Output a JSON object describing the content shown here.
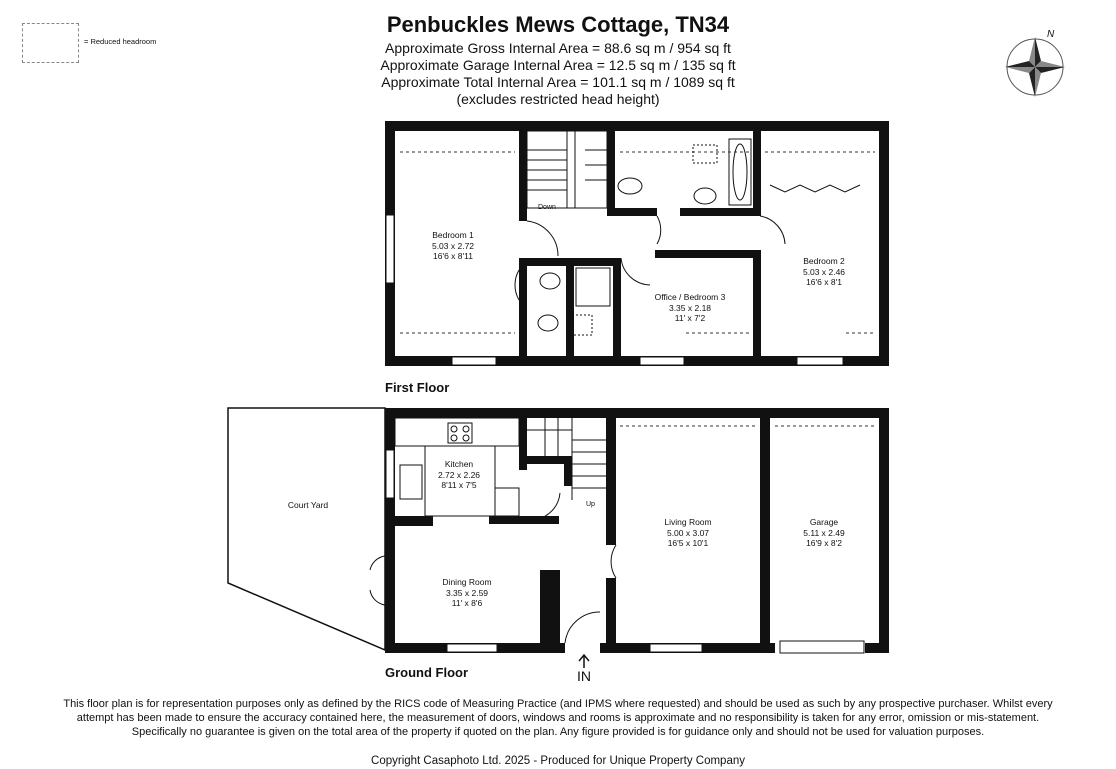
{
  "header": {
    "title": "Penbuckles Mews Cottage, TN34",
    "lines": [
      "Approximate Gross Internal Area = 88.6 sq m / 954 sq ft",
      "Approximate Garage Internal Area = 12.5 sq m / 135 sq ft",
      "Approximate Total Internal Area = 101.1 sq m / 1089 sq ft",
      "(excludes restricted head height)"
    ]
  },
  "legend": {
    "label": "= Reduced headroom"
  },
  "compass": {
    "label": "N"
  },
  "first_floor": {
    "label": "First Floor",
    "rooms": {
      "bedroom1": {
        "name": "Bedroom 1",
        "metric": "5.03 x 2.72",
        "imperial": "16'6 x 8'11"
      },
      "bedroom2": {
        "name": "Bedroom 2",
        "metric": "5.03 x 2.46",
        "imperial": "16'6 x 8'1"
      },
      "office": {
        "name": "Office / Bedroom 3",
        "metric": "3.35 x 2.18",
        "imperial": "11' x 7'2"
      }
    },
    "stair_label": "Down"
  },
  "ground_floor": {
    "label": "Ground Floor",
    "rooms": {
      "courtyard": {
        "name": "Court Yard"
      },
      "kitchen": {
        "name": "Kitchen",
        "metric": "2.72 x 2.26",
        "imperial": "8'11 x 7'5"
      },
      "dining": {
        "name": "Dining Room",
        "metric": "3.35 x 2.59",
        "imperial": "11' x 8'6"
      },
      "living": {
        "name": "Living Room",
        "metric": "5.00 x 3.07",
        "imperial": "16'5 x 10'1"
      },
      "garage": {
        "name": "Garage",
        "metric": "5.11 x 2.49",
        "imperial": "16'9 x 8'2"
      }
    },
    "stair_label": "Up",
    "entrance_label": "IN"
  },
  "disclaimer": "This floor plan is for representation purposes only as defined by the RICS code of Measuring Practice (and IPMS where requested) and should be used as such by any prospective purchaser. Whilst every attempt has been made to ensure the accuracy contained here, the measurement of doors, windows and rooms is approximate and no responsibility is taken for any error, omission or mis-statement. Specifically no guarantee is given on the total area of the property if quoted on the plan. Any figure provided is for guidance only and should not be used for valuation purposes.",
  "copyright": "Copyright Casaphoto Ltd. 2025 - Produced for Unique Property Company"
}
